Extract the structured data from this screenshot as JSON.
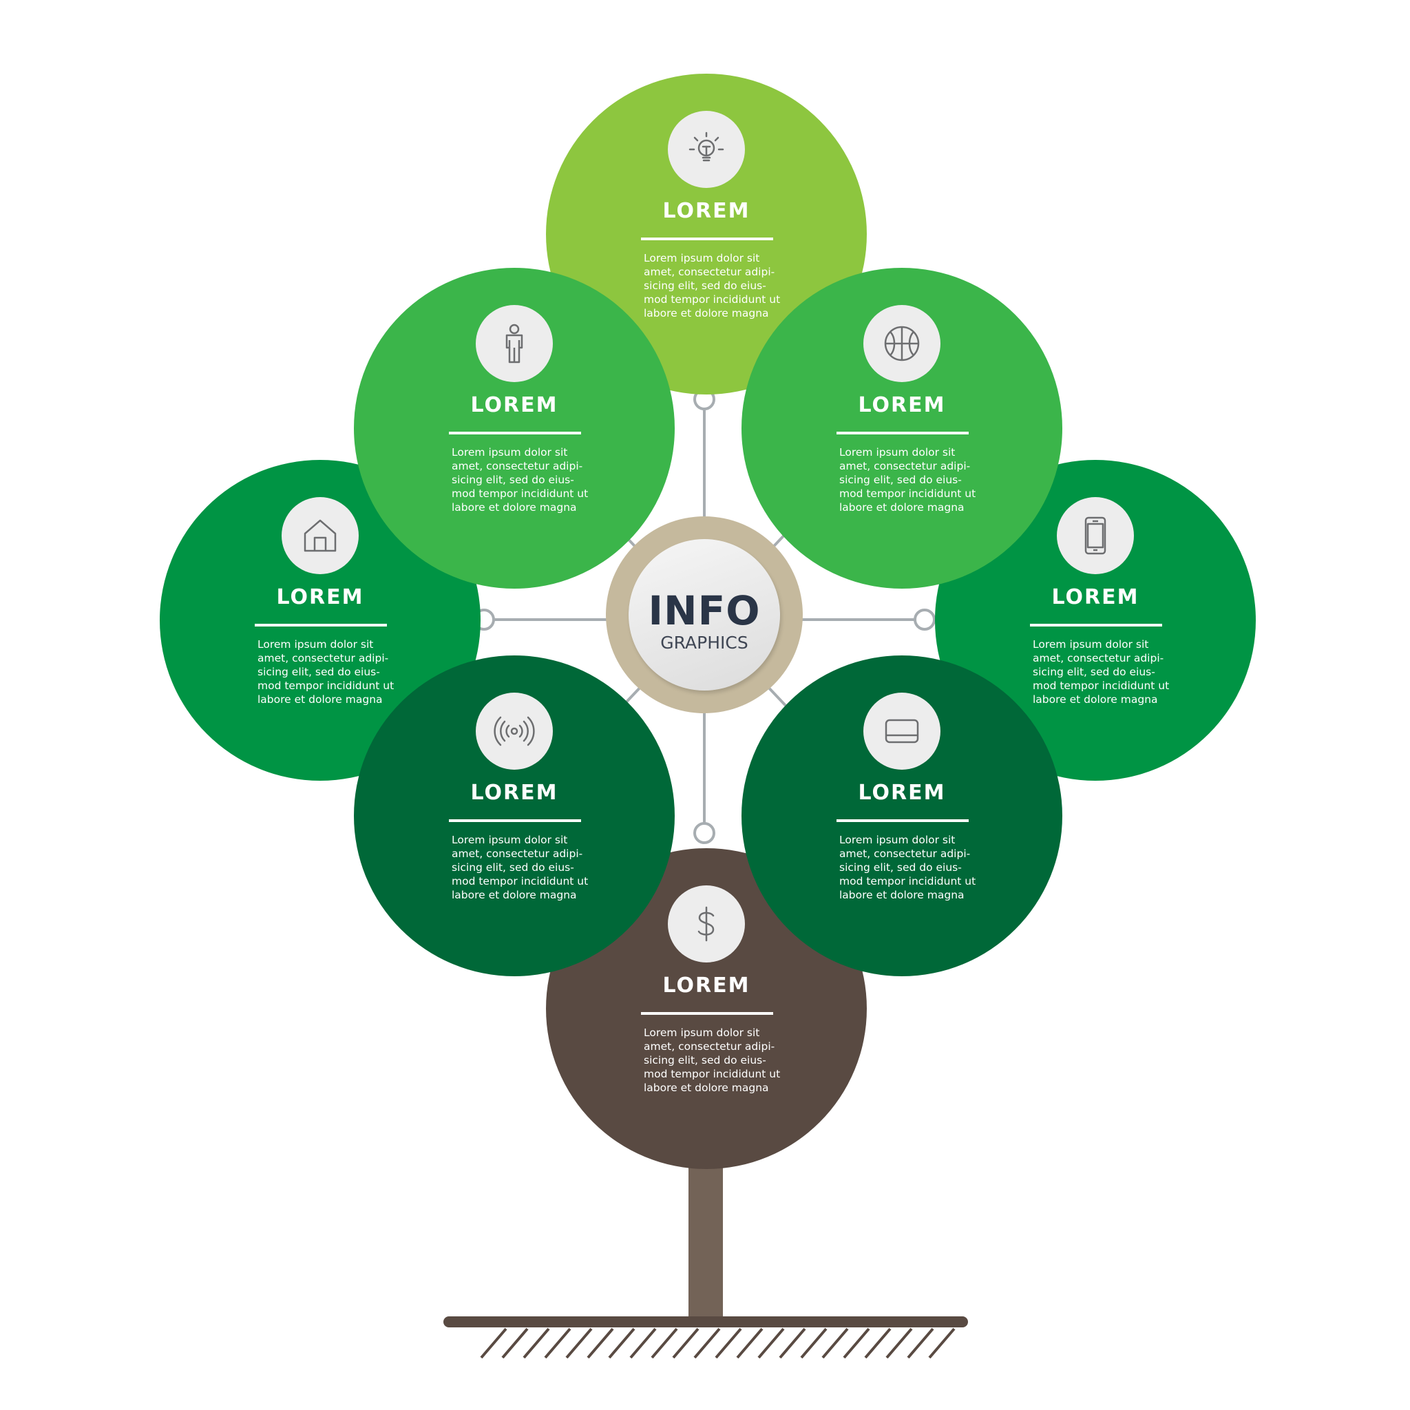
{
  "diagram": {
    "center": {
      "title": "INFO",
      "subtitle": "GRAPHICS"
    },
    "nodes": [
      {
        "id": "top",
        "title": "LOREM",
        "icon": "lightbulb-icon",
        "color": "#8dc63f",
        "text": [
          "Lorem ipsum dolor sit",
          "amet, consectetur adipi-",
          "sicing elit, sed do eius-",
          "mod tempor incididunt ut",
          "labore et dolore magna"
        ]
      },
      {
        "id": "upper-left",
        "title": "LOREM",
        "icon": "person-icon",
        "color": "#3bb54a",
        "text": [
          "Lorem ipsum dolor sit",
          "amet, consectetur adipi-",
          "sicing elit, sed do eius-",
          "mod tempor incididunt ut",
          "labore et dolore magna"
        ]
      },
      {
        "id": "upper-right",
        "title": "LOREM",
        "icon": "basketball-icon",
        "color": "#3bb54a",
        "text": [
          "Lorem ipsum dolor sit",
          "amet, consectetur adipi-",
          "sicing elit, sed do eius-",
          "mod tempor incididunt ut",
          "labore et dolore magna"
        ]
      },
      {
        "id": "left",
        "title": "LOREM",
        "icon": "home-icon",
        "color": "#009444",
        "text": [
          "Lorem ipsum dolor sit",
          "amet, consectetur adipi-",
          "sicing elit, sed do eius-",
          "mod tempor incididunt ut",
          "labore et dolore magna"
        ]
      },
      {
        "id": "right",
        "title": "LOREM",
        "icon": "smartphone-icon",
        "color": "#009444",
        "text": [
          "Lorem ipsum dolor sit",
          "amet, consectetur adipi-",
          "sicing elit, sed do eius-",
          "mod tempor incididunt ut",
          "labore et dolore magna"
        ]
      },
      {
        "id": "lower-left",
        "title": "LOREM",
        "icon": "signal-icon",
        "color": "#006838",
        "text": [
          "Lorem ipsum dolor sit",
          "amet, consectetur adipi-",
          "sicing elit, sed do eius-",
          "mod tempor incididunt ut",
          "labore et dolore magna"
        ]
      },
      {
        "id": "lower-right",
        "title": "LOREM",
        "icon": "card-icon",
        "color": "#006838",
        "text": [
          "Lorem ipsum dolor sit",
          "amet, consectetur adipi-",
          "sicing elit, sed do eius-",
          "mod tempor incididunt ut",
          "labore et dolore magna"
        ]
      },
      {
        "id": "bottom",
        "title": "LOREM",
        "icon": "dollar-icon",
        "color": "#594a42",
        "text": [
          "Lorem ipsum dolor sit",
          "amet, consectetur adipi-",
          "sicing elit, sed do eius-",
          "mod tempor incididunt ut",
          "labore et dolore magna"
        ]
      }
    ],
    "colors": {
      "connector": "#a7adb1",
      "center_ring": "#c5b99d",
      "trunk": "#736357",
      "ground": "#594a42",
      "icon_stroke": "#6d6e70"
    }
  }
}
